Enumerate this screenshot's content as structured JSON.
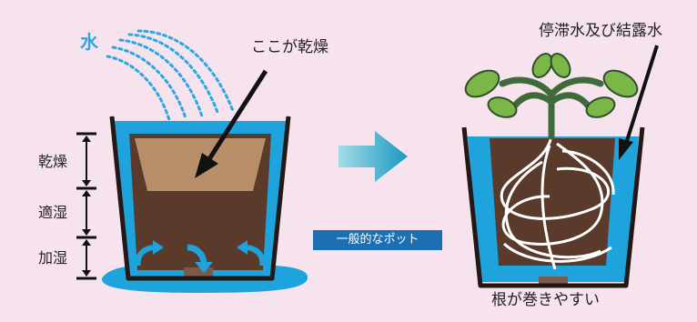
{
  "labels": {
    "water": "水",
    "dry_spot": "ここが乾燥",
    "zone_dry": "乾燥",
    "zone_moderate": "適湿",
    "zone_wet": "加湿",
    "pot_type": "一般的なポット",
    "stagnant_water": "停滞水及び結露水",
    "roots_wind": "根が巻きやすい"
  },
  "colors": {
    "background": "#f7e3ee",
    "soil": "#5a3a2a",
    "dry_layer": "#b98f6a",
    "water": "#1ea3dc",
    "pot_outline": "#231815",
    "leaf": "#7ab648",
    "stem": "#3f6b3a",
    "arrow_gradient_start": "#a3dbe8",
    "arrow_gradient_end": "#1a9ac0",
    "badge": "#1d6fb3"
  }
}
